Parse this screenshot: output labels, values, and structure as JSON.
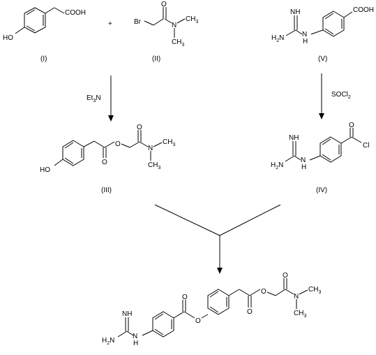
{
  "compounds": {
    "I": {
      "label": "(I)",
      "ho": "HO",
      "acid": "COOH"
    },
    "II": {
      "label": "(II)",
      "br": "Br",
      "n": "N",
      "ch3a": "CH",
      "ch3b": "CH",
      "sub3": "3"
    },
    "V": {
      "label": "(V)",
      "nh": "NH",
      "h2n": "H",
      "h2n_sub": "2",
      "h2n_n": "N",
      "n": "N",
      "h": "H",
      "acid": "COOH"
    },
    "III": {
      "label": "(III)",
      "ho": "HO",
      "o_ester": "O",
      "n": "N",
      "ch3a": "CH",
      "ch3b": "CH",
      "sub3": "3"
    },
    "IV": {
      "label": "(IV)",
      "nh": "NH",
      "h2n": "H",
      "h2n_sub": "2",
      "h2n_n": "N",
      "n": "N",
      "h": "H",
      "o": "O",
      "cl": "Cl"
    },
    "product": {
      "nh": "NH",
      "h2n": "H",
      "h2n_sub": "2",
      "h2n_n": "N",
      "n": "N",
      "h": "H",
      "o_link": "O",
      "o_ester": "O",
      "n_amide": "N",
      "ch3a": "CH",
      "ch3b": "CH",
      "sub3": "3"
    }
  },
  "operators": {
    "plus": "+"
  },
  "reagents": {
    "et3n": {
      "pre": "Et",
      "sub": "3",
      "post": "N"
    },
    "socl2": {
      "pre": "SOCl",
      "sub": "2"
    }
  }
}
